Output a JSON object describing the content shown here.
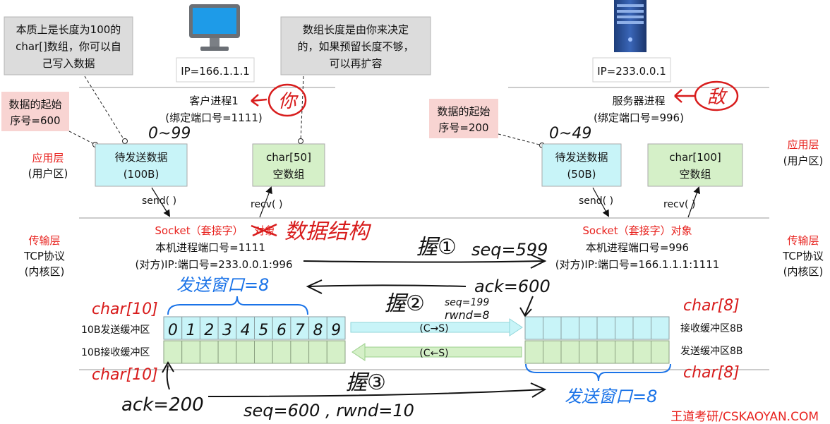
{
  "client": {
    "ip": "IP=166.1.1.1",
    "process_name": "客户进程1",
    "port_binding": "(绑定端口号=1111)",
    "note_left": [
      "本质上是长度为100的",
      "char[]数组，你可以自",
      "己写入数据"
    ],
    "note_right": [
      "数组长度是由你来决定",
      "的，如果预留长度不够，",
      "可以再扩容"
    ],
    "start_seq_note": [
      "数据的起始",
      "序号=600"
    ],
    "send_data": [
      "待发送数据",
      "(100B)"
    ],
    "recv_array": [
      "char[50]",
      "空数组"
    ],
    "send_call": "send( )",
    "recv_call": "recv( )",
    "socket_label": "Socket（套接字）",
    "local_port": "本机进程端口号=1111",
    "peer_addr": "(对方)IP:端口号=233.0.0.1:996",
    "send_buffer_label": "10B发送缓冲区",
    "recv_buffer_label": "10B接收缓冲区",
    "send_buffer_digits": [
      "0",
      "1",
      "2",
      "3",
      "4",
      "5",
      "6",
      "7",
      "8",
      "9"
    ]
  },
  "server": {
    "ip": "IP=233.0.0.1",
    "process_name": "服务器进程",
    "port_binding": "(绑定端口号=996)",
    "start_seq_note": [
      "数据的起始",
      "序号=200"
    ],
    "send_data": [
      "待发送数据",
      "(50B)"
    ],
    "recv_array": [
      "char[100]",
      "空数组"
    ],
    "send_call": "send( )",
    "recv_call": "recv( )",
    "socket_label": "Socket（套接字）对象",
    "local_port": "本机进程端口号=996",
    "peer_addr": "(对方)IP:端口号=166.1.1.1:1111",
    "recv_buffer_label": "接收缓冲区8B",
    "send_buffer_label": "发送缓冲区8B"
  },
  "layers": {
    "app": "应用层",
    "app_sub": "(用户区)",
    "transport": "传输层",
    "transport_proto": "TCP协议",
    "transport_sub": "(内核区)"
  },
  "pipes": {
    "c_to_s": "(C→S)",
    "s_to_c": "(C←S)"
  },
  "handwriting": {
    "you": "你",
    "enemy": "敌",
    "range_left": "0~99",
    "range_right": "0~49",
    "data_structure": "数据结构",
    "crossed": "对象",
    "hs1": "握①",
    "seq599": "seq=599",
    "ack600": "ack=600",
    "hs2": "握②",
    "seq199": "seq=199",
    "rwnd8": "rwnd=8",
    "send_window_left": "发送窗口=8",
    "char10_top": "char[10]",
    "char10_bottom": "char[10]",
    "char8_top": "char[8]",
    "char8_bottom": "char[8]",
    "hs3": "握③",
    "ack200": "ack=200",
    "seq600_rwnd10": "seq=600 , rwnd=10",
    "send_window_right": "发送窗口=8"
  },
  "watermark": "王道考研/CSKAOYAN.COM",
  "colors": {
    "accent_red": "#e8231f",
    "ink_red": "#d81c1c",
    "ink_blue": "#1a73e8",
    "cyan_fill": "#c8f4f8",
    "green_fill": "#d5f0c8",
    "gray_note": "#dcdcdc",
    "pink_note": "#f8d4d2"
  }
}
